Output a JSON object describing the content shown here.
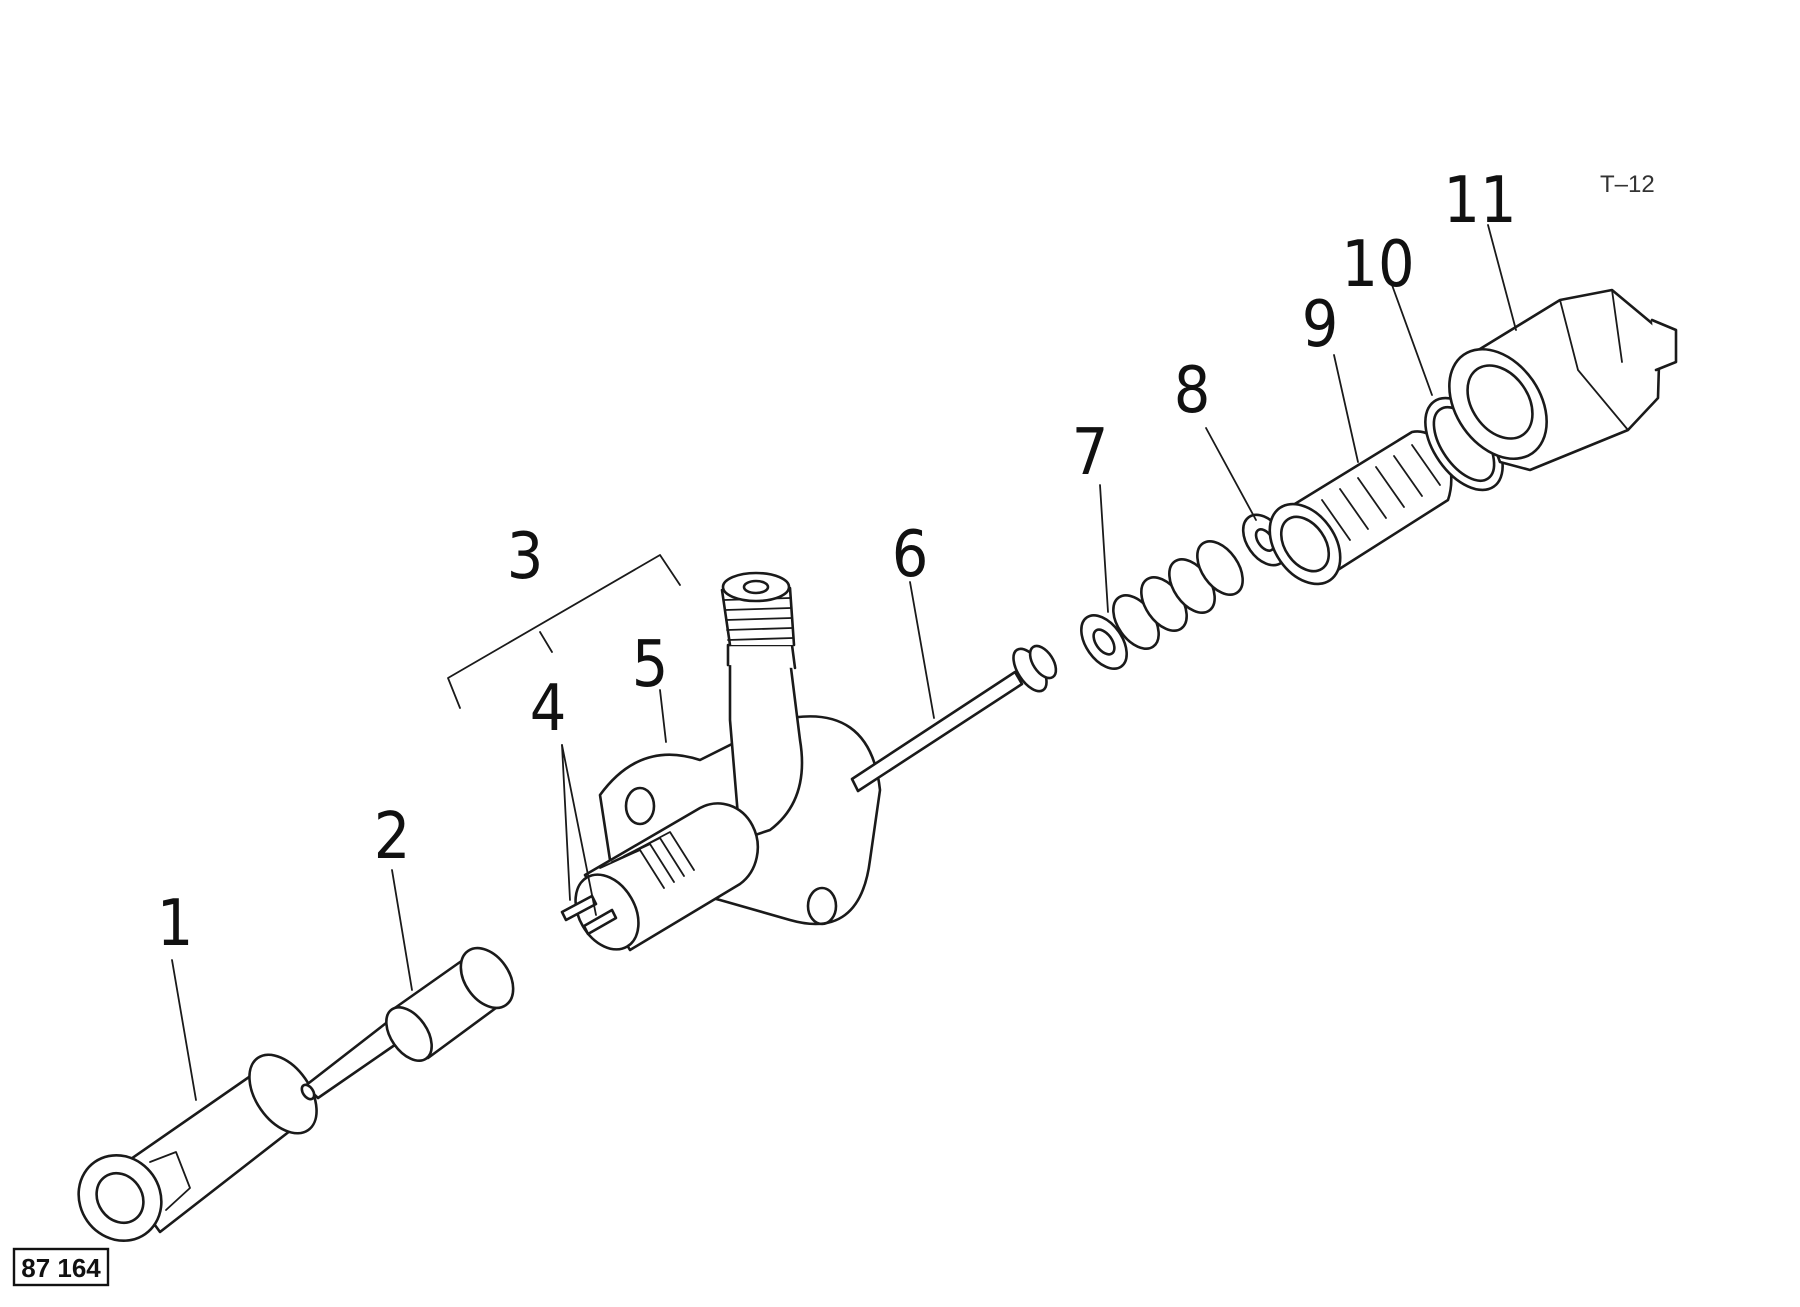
{
  "sheet_code": "T–12",
  "figure_number": "87 164",
  "callouts": [
    {
      "id": "1",
      "label": "1"
    },
    {
      "id": "2",
      "label": "2"
    },
    {
      "id": "3",
      "label": "3"
    },
    {
      "id": "4",
      "label": "4"
    },
    {
      "id": "5",
      "label": "5"
    },
    {
      "id": "6",
      "label": "6"
    },
    {
      "id": "7",
      "label": "7"
    },
    {
      "id": "8",
      "label": "8"
    },
    {
      "id": "9",
      "label": "9"
    },
    {
      "id": "10",
      "label": "10"
    },
    {
      "id": "11",
      "label": "11"
    }
  ],
  "colors": {
    "ink": "#1a1a1a",
    "paper": "#ffffff"
  }
}
